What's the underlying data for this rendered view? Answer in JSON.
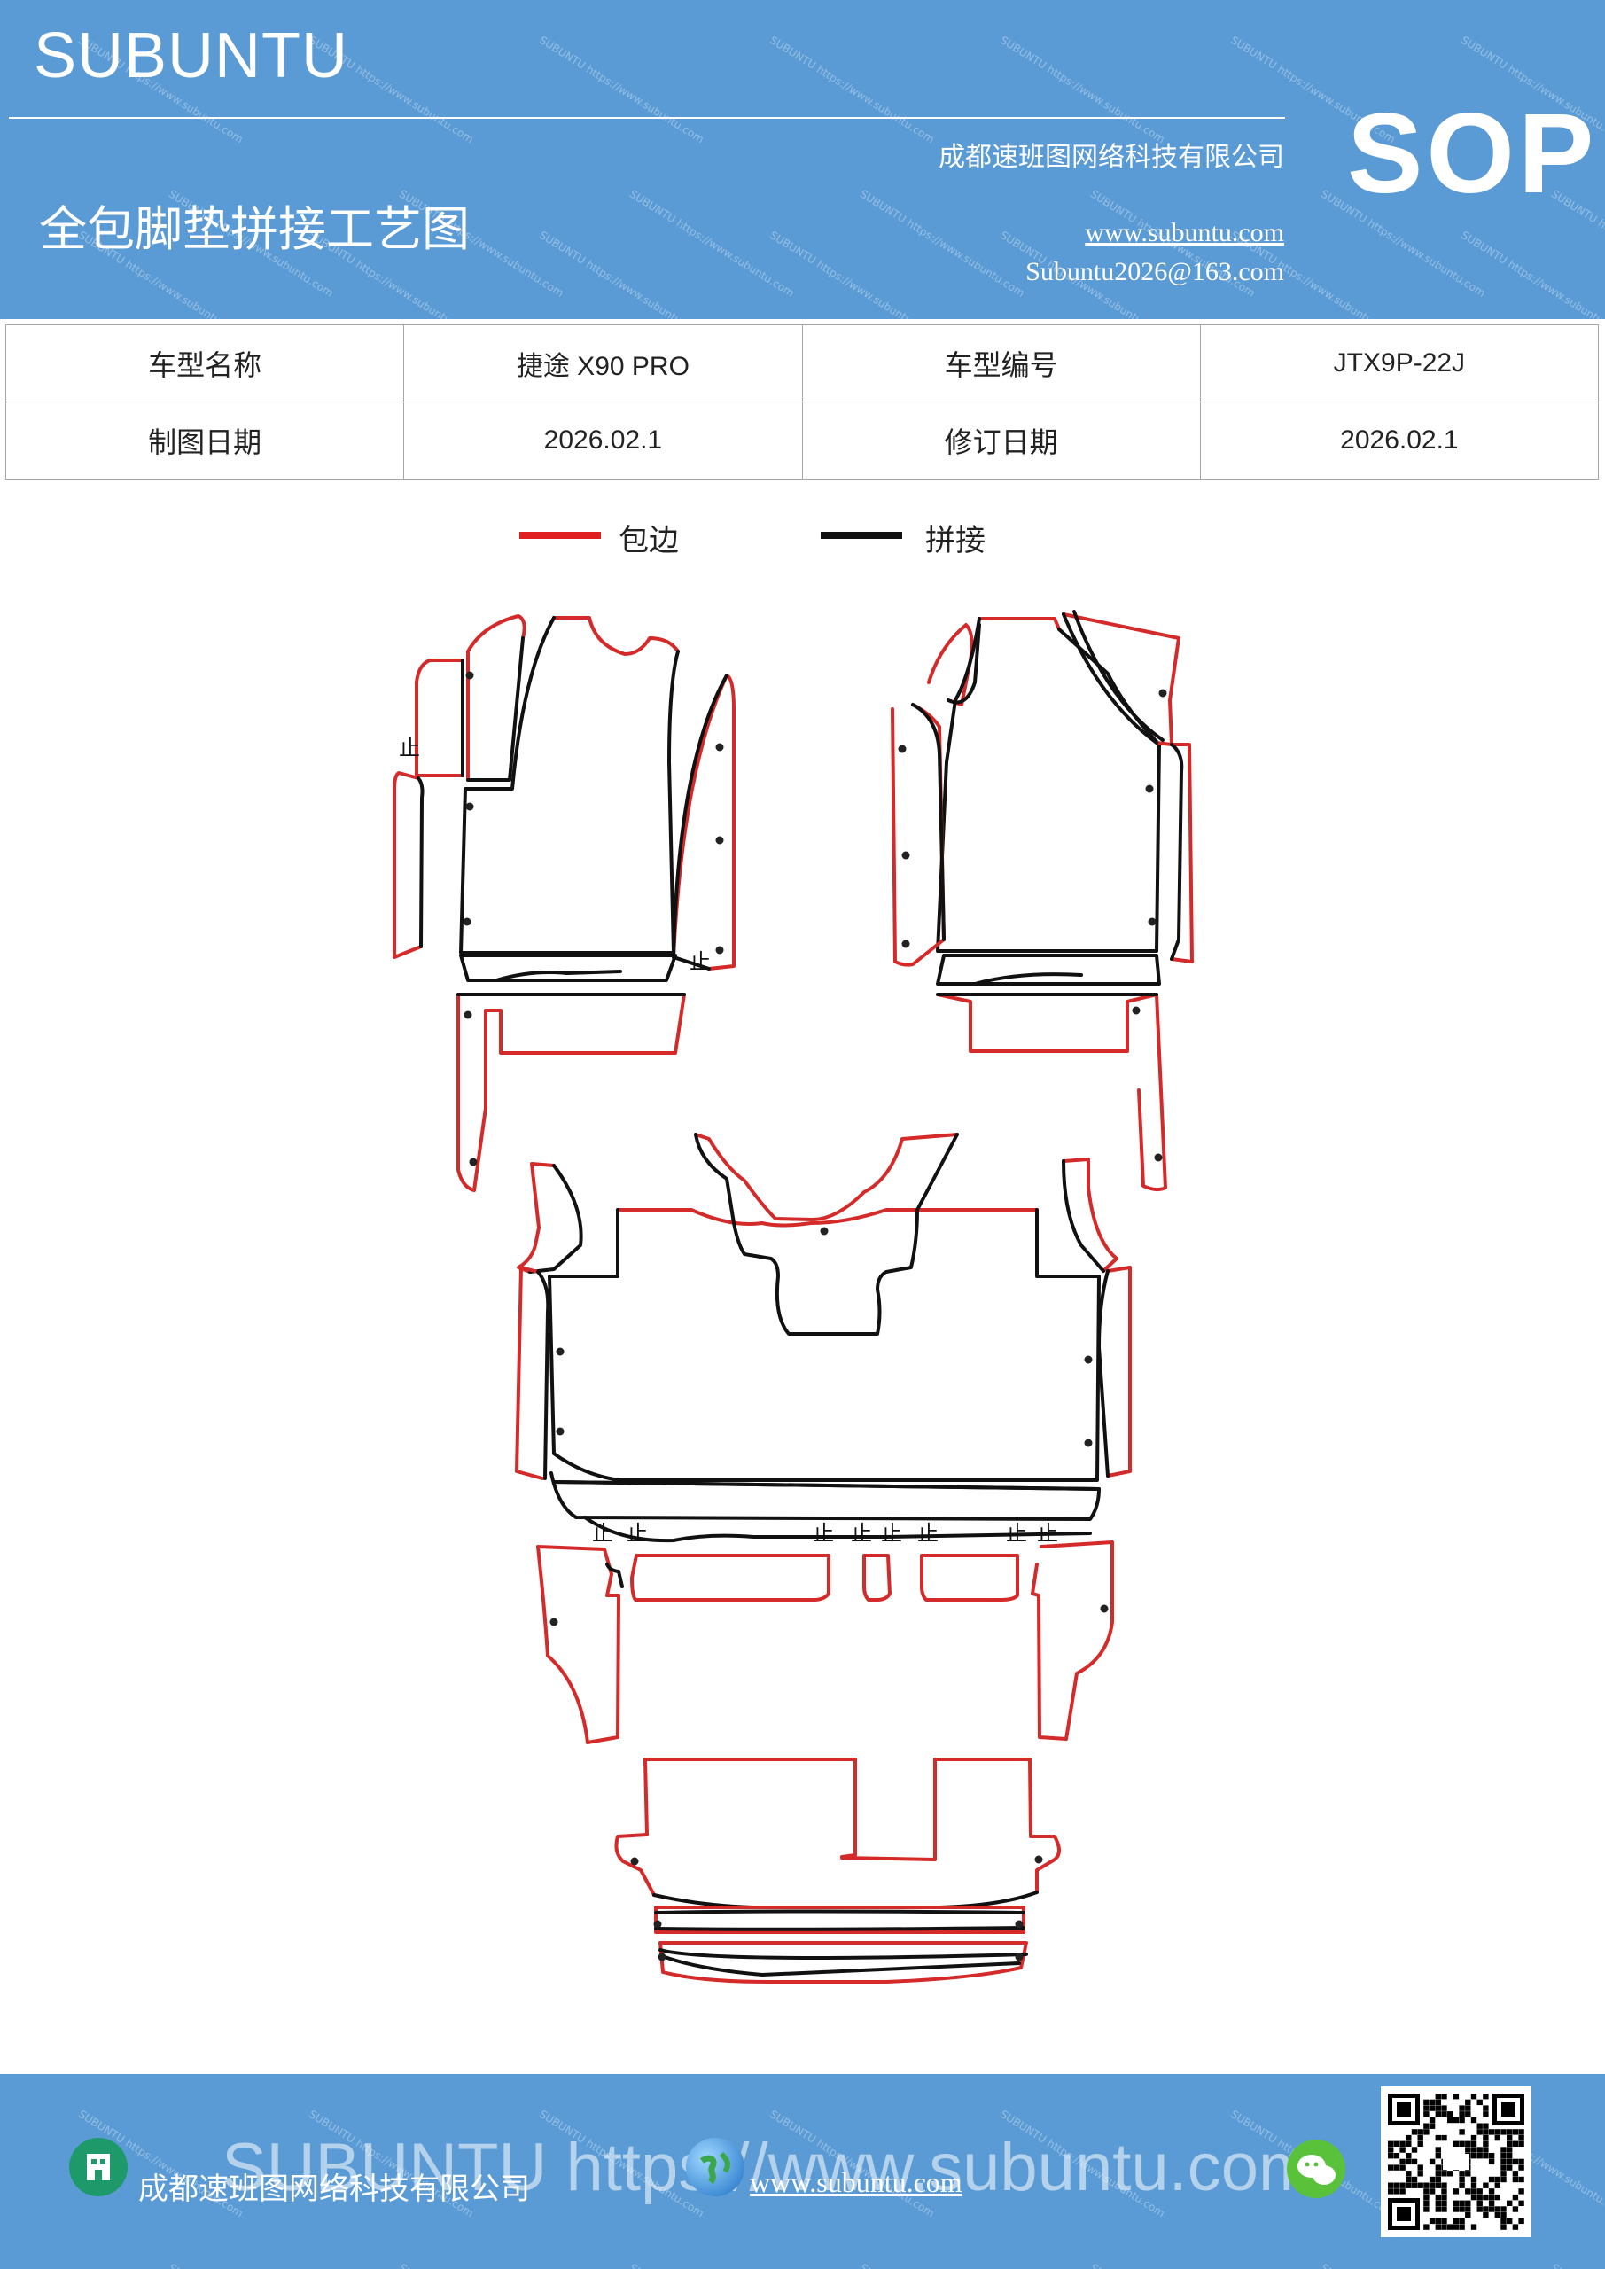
{
  "header": {
    "brand": "SUBUNTU",
    "doc_code": "SOP",
    "title": "全包脚垫拼接工艺图",
    "company": "成都速班图网络科技有限公司",
    "website": "www.subuntu.com",
    "email": "Subuntu2026@163.com",
    "watermark": "SUBUNTU https://www.subuntu.com"
  },
  "info_table": {
    "rows": [
      [
        "车型名称",
        "捷途 X90  PRO",
        "车型编号",
        "JTX9P-22J"
      ],
      [
        "制图日期",
        "2026.02.1",
        "修订日期",
        "2026.02.1"
      ]
    ]
  },
  "legend": {
    "items": [
      {
        "label": "包边",
        "color": "#e02020"
      },
      {
        "label": "拼接",
        "color": "#111111"
      }
    ]
  },
  "drawing": {
    "stop_mark": "止",
    "edge_color": "#d42a2a",
    "seam_color": "#111111"
  },
  "footer": {
    "watermark": "SUBUNTU https://www.subuntu.com",
    "company": "成都速班图网络科技有限公司",
    "website": "www.subuntu.com",
    "icons": [
      "building-icon",
      "globe-icon",
      "wechat-icon",
      "qr-code"
    ]
  }
}
